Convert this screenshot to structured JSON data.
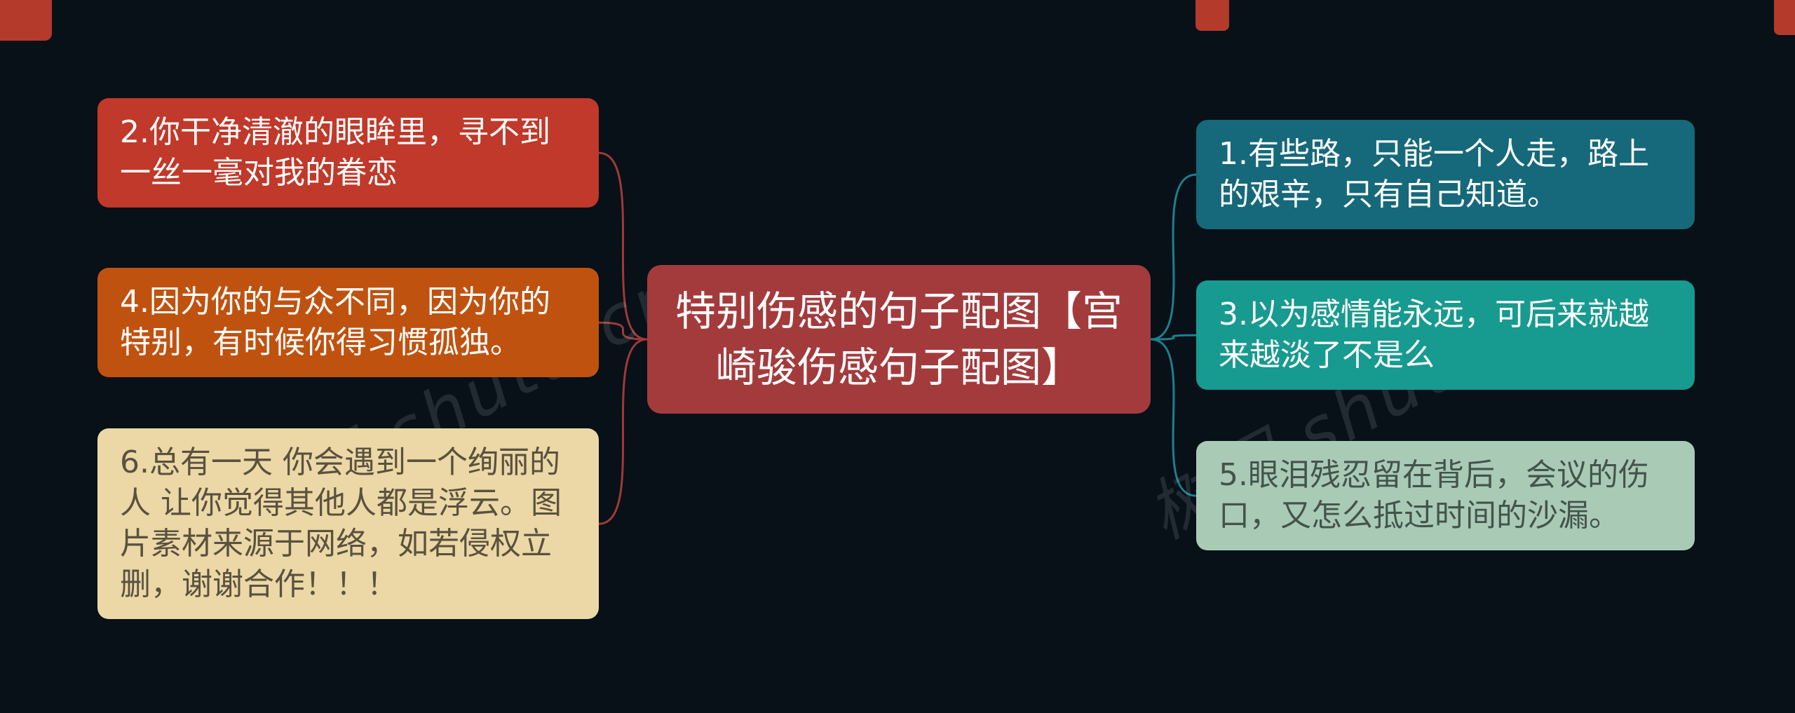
{
  "canvas": {
    "bg": "#081018"
  },
  "watermark": {
    "text": "树图 shutu.cn",
    "color": "rgba(195,205,210,0.14)"
  },
  "center": {
    "label": "特别伤感的句子配图【宫崎骏伤感句子配图】",
    "bg": "#a33b3d",
    "fg": "#ffffff"
  },
  "left_nodes": [
    {
      "label": "2.你干净清澈的眼眸里，寻不到一丝一毫对我的眷恋",
      "bg": "#c0392a",
      "fg": "#ffffff"
    },
    {
      "label": "4.因为你的与众不同，因为你的特别，有时候你得习惯孤独。",
      "bg": "#c0520f",
      "fg": "#ffffff"
    },
    {
      "label": "6.总有一天 你会遇到一个绚丽的人 让你觉得其他人都是浮云。图片素材来源于网络，如若侵权立删，谢谢合作！！！",
      "bg": "#ebd8a6",
      "fg": "#5a513f"
    }
  ],
  "right_nodes": [
    {
      "label": "1.有些路，只能一个人走，路上的艰辛，只有自己知道。",
      "bg": "#16697a",
      "fg": "#ffffff"
    },
    {
      "label": "3.以为感情能永远，可后来就越来越淡了不是么",
      "bg": "#179a8f",
      "fg": "#ffffff"
    },
    {
      "label": "5.眼泪残忍留在背后，会议的伤口，又怎么抵过时间的沙漏。",
      "bg": "#a9cbb6",
      "fg": "#44544a"
    }
  ],
  "connectors": {
    "left_color": "#9e3a38",
    "right_color": "#1e7f8e",
    "width": 3
  },
  "decor": {
    "color": "#b43a2b"
  }
}
